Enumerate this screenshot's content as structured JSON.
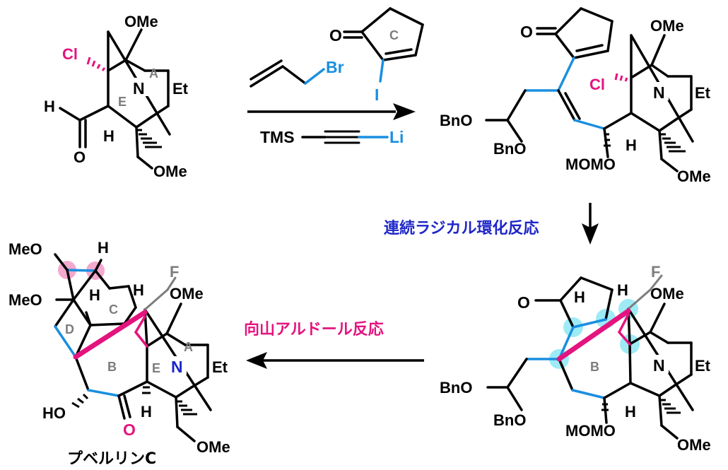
{
  "colors": {
    "pink": "#e4137e",
    "blue": "#1a8fe0",
    "navy": "#1e26c8",
    "gray": "#7d7d7d",
    "cyan_highlight": "#8ee8f5",
    "pink_highlight": "#f29ac6"
  },
  "reagents": {
    "allyl": "Br",
    "enone_carbonyl": "O",
    "enone_ring": "C",
    "iodide": "I",
    "tms": "TMS",
    "lithium": "Li"
  },
  "labels": {
    "ome": "OMe",
    "meo": "MeO",
    "et": "Et",
    "n": "N",
    "cl": "Cl",
    "h": "H",
    "o": "O",
    "f": "F",
    "bno": "BnO",
    "momo": "MOMO",
    "ho": "HO",
    "ring_a": "A",
    "ring_b": "B",
    "ring_c": "C",
    "ring_d": "D",
    "ring_e": "E"
  },
  "steps": {
    "radical_cascade": "連続ラジカル環化反応",
    "mukaiyama_aldol": "向山アルドール反応"
  },
  "product_name": "プベルリンC"
}
